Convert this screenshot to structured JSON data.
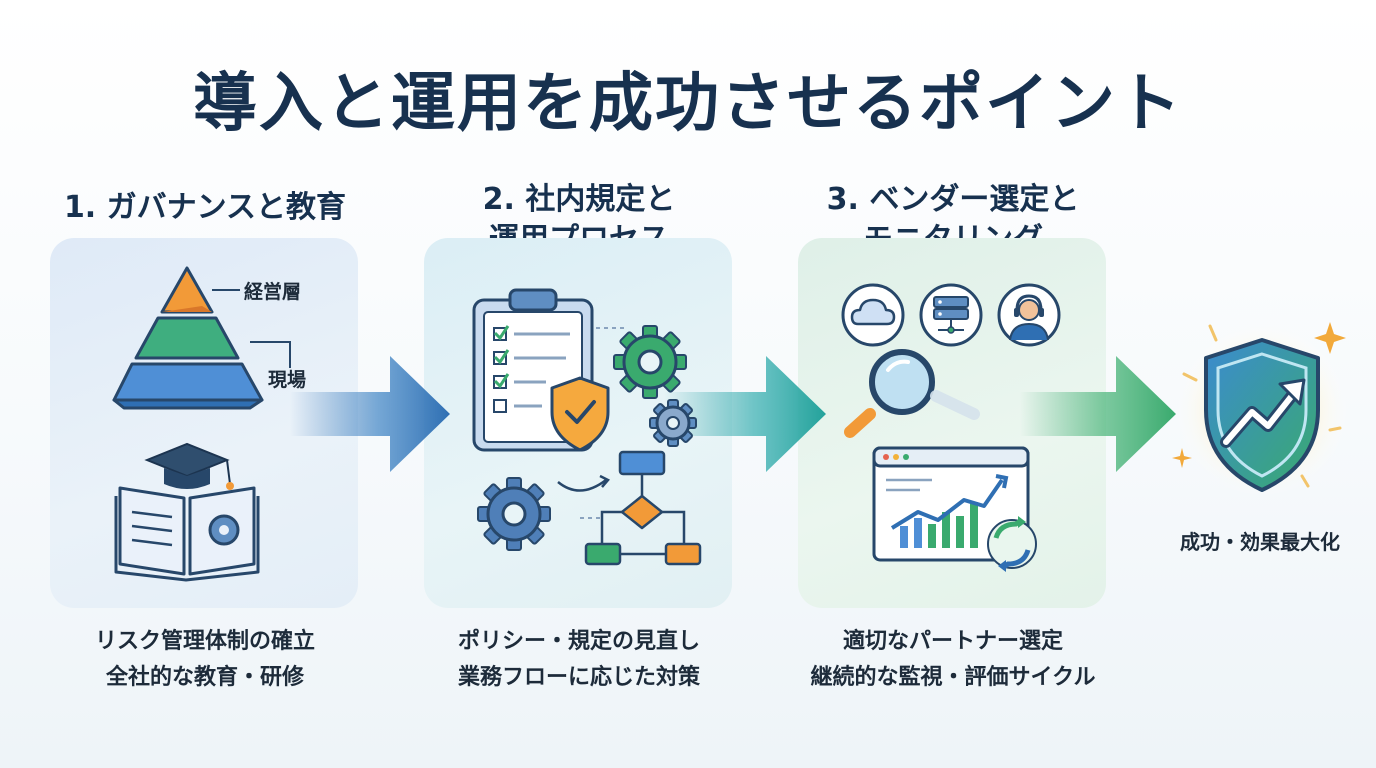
{
  "title": "導入と運用を成功させるポイント",
  "steps": [
    {
      "title_lines": [
        "1. ガバナンスと教育"
      ],
      "pyramid_labels": {
        "top": "経営層",
        "bottom": "現場"
      },
      "caption_lines": [
        "リスク管理体制の確立",
        "全社的な教育・研修"
      ]
    },
    {
      "title_lines": [
        "2. 社内規定と",
        "運用プロセス"
      ],
      "caption_lines": [
        "ポリシー・規定の見直し",
        "業務フローに応じた対策"
      ]
    },
    {
      "title_lines": [
        "3. ベンダー選定と",
        "モニタリング"
      ],
      "caption_lines": [
        "適切なパートナー選定",
        "継続的な監視・評価サイクル"
      ]
    }
  ],
  "final": {
    "label": "成功・効果最大化"
  },
  "colors": {
    "title": "#17314f",
    "blue": "#2f6fb3",
    "teal": "#2a9fa3",
    "green": "#3aaa6e",
    "orange": "#f29a38"
  }
}
